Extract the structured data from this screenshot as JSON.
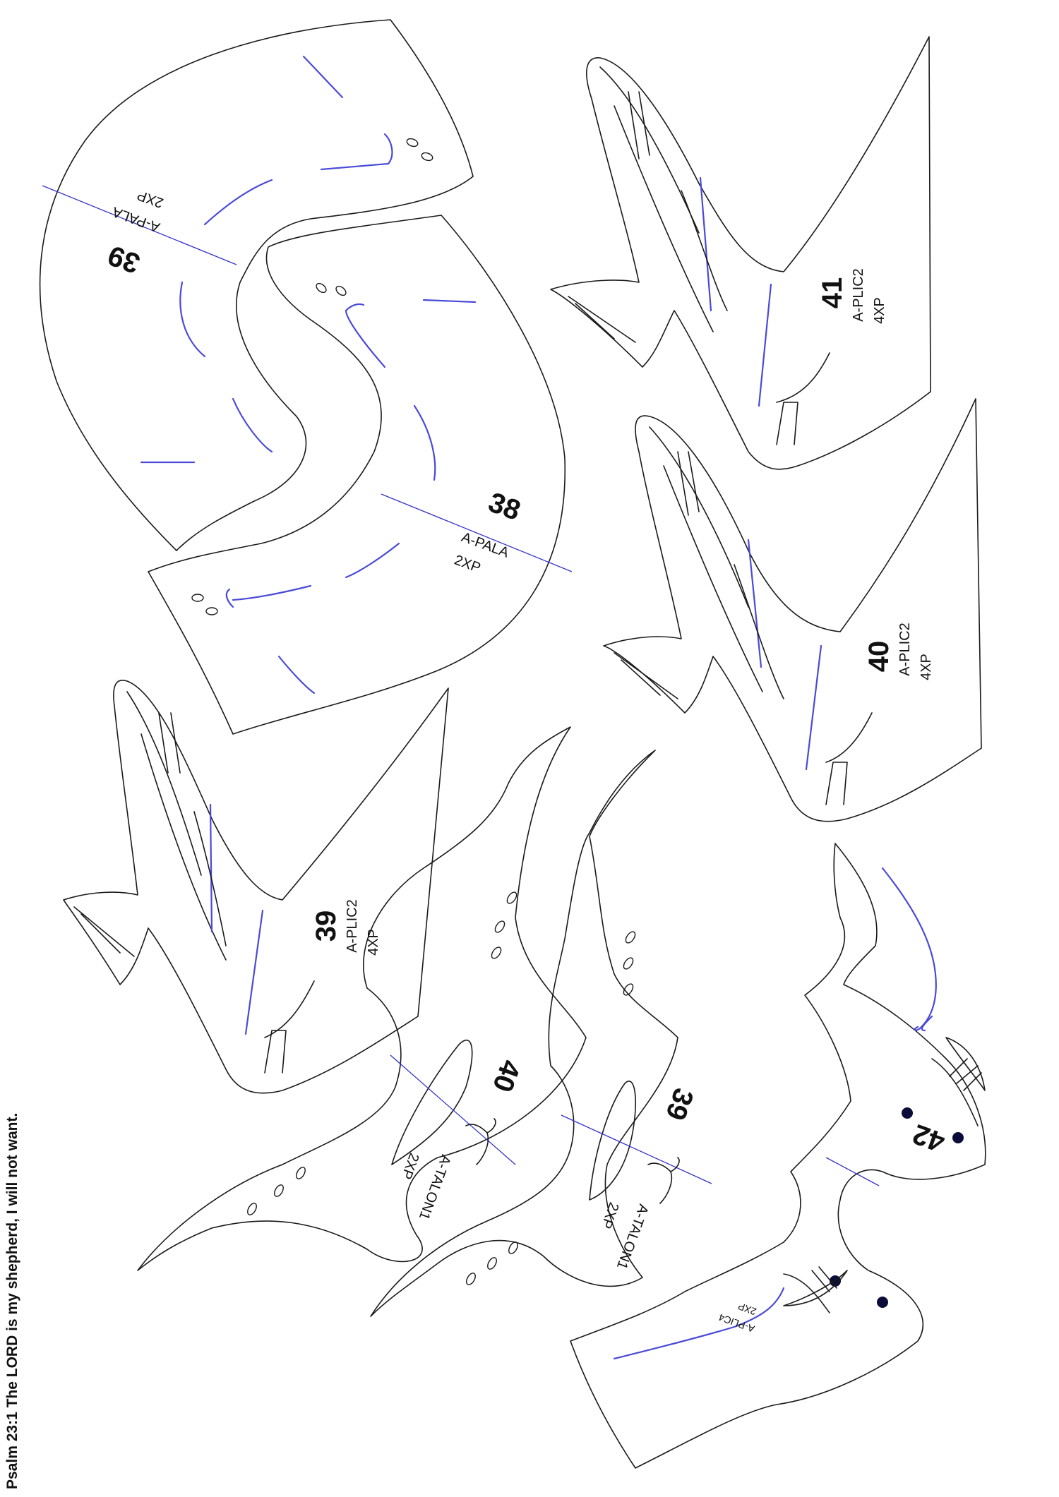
{
  "footer": "Psalm 23:1 The LORD is my shepherd, I will not want.",
  "pieces": {
    "p39_pala": {
      "number": "39",
      "code": "A-PALA",
      "qty": "2XP"
    },
    "p38_pala": {
      "number": "38",
      "code": "A-PALA",
      "qty": "2XP"
    },
    "p41_plic2": {
      "number": "41",
      "code": "A-PLIC2",
      "qty": "4XP"
    },
    "p40_plic2": {
      "number": "40",
      "code": "A-PLIC2",
      "qty": "4XP"
    },
    "p39_plic2": {
      "number": "39",
      "code": "A-PLIC2",
      "qty": "4XP"
    },
    "p40_talon1": {
      "number": "40",
      "code": "A-TALON1",
      "qty": "2XP"
    },
    "p39_talon1": {
      "number": "39",
      "code": "A-TALON1",
      "qty": "2XP"
    },
    "p42_plic4": {
      "number": "42",
      "code": "A-PLIC4",
      "qty": "2XP"
    }
  },
  "colors": {
    "outline": "#1a1a1a",
    "stitch": "#4a4ad8",
    "axis": "#3333cc"
  }
}
